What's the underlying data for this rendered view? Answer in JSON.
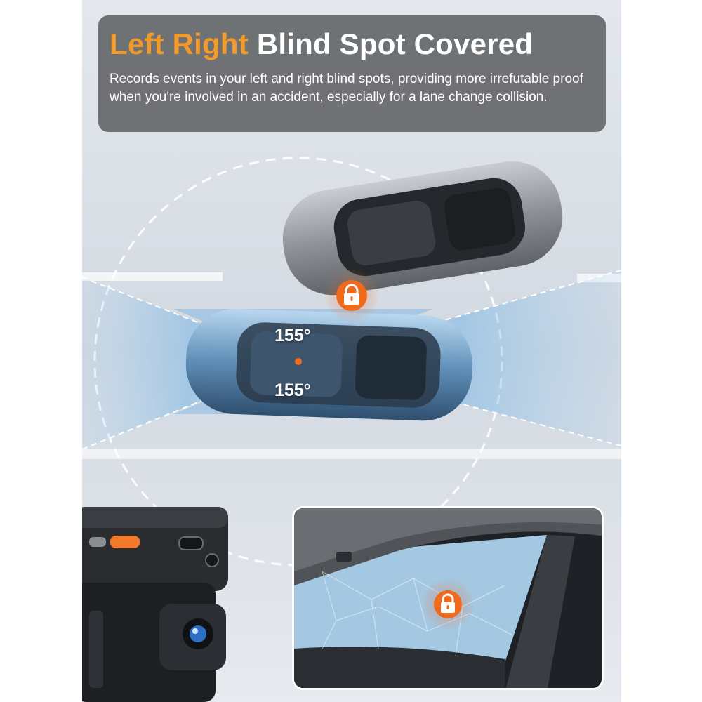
{
  "header": {
    "headline_accent": "Left Right",
    "headline_main": "Blind Spot Covered",
    "description": "Records events in your left and right blind spots, providing more irrefutable proof when you're involved in an accident, especially for a lane change collision."
  },
  "scene": {
    "angle_top": "155°",
    "angle_bottom": "155°",
    "icons": [
      "lock-icon",
      "lock-icon",
      "dashcam-illustration",
      "car-illustration"
    ]
  },
  "colors": {
    "accent": "#f29a2a",
    "lock_badge": "#f06a1c",
    "panel": "#66686c",
    "coverage": "#8fc3ea"
  }
}
